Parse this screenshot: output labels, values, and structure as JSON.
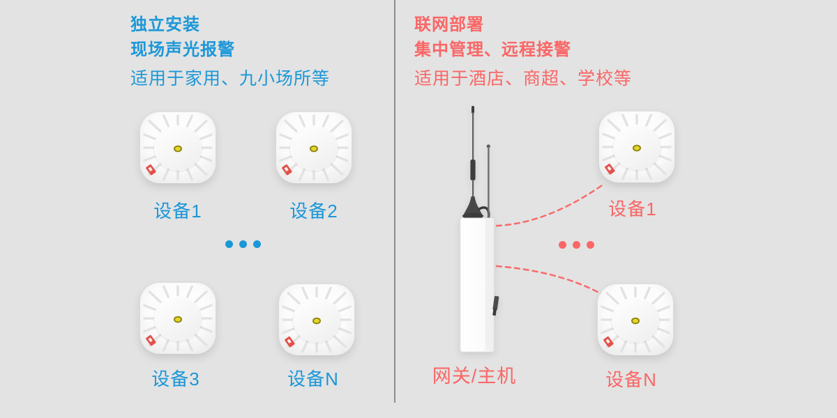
{
  "colors": {
    "bg": "#e3e3e3",
    "blue": "#1b97d8",
    "red": "#fa6666",
    "divider": "#8d8d8d",
    "led": "#e4d62a",
    "tag": "#e2524b"
  },
  "left": {
    "heading": [
      "独立安装",
      "现场声光报警"
    ],
    "subheading": "适用于家用、九小场所等",
    "device_labels": [
      "设备1",
      "设备2",
      "设备3",
      "设备N"
    ]
  },
  "right": {
    "heading": [
      "联网部署",
      "集中管理、远程接警"
    ],
    "subheading": "适用于酒店、商超、学校等",
    "gateway_label": "网关/主机",
    "device_labels": [
      "设备1",
      "设备N"
    ]
  },
  "icons": {
    "detector": "smoke-detector",
    "gateway": "gateway-host-with-antennas",
    "ellipsis": "ellipsis-dots",
    "connector": "dashed-curve-line"
  }
}
